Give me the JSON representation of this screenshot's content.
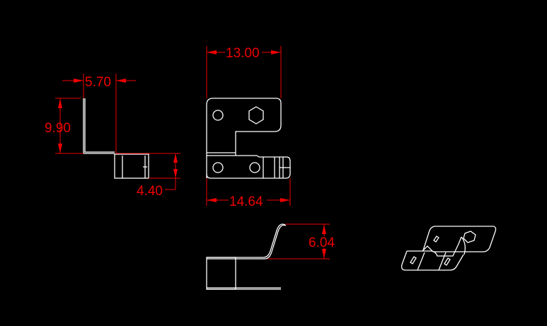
{
  "drawing": {
    "background_color": "#000000",
    "line_color": "#ffffff",
    "dimension_color": "#ee0000",
    "dimensions": {
      "side_width": "5.70",
      "side_height": "9.90",
      "tab_height": "4.40",
      "front_top_width": "13.00",
      "front_total_width": "14.64",
      "bottom_rise": "6.04"
    }
  }
}
